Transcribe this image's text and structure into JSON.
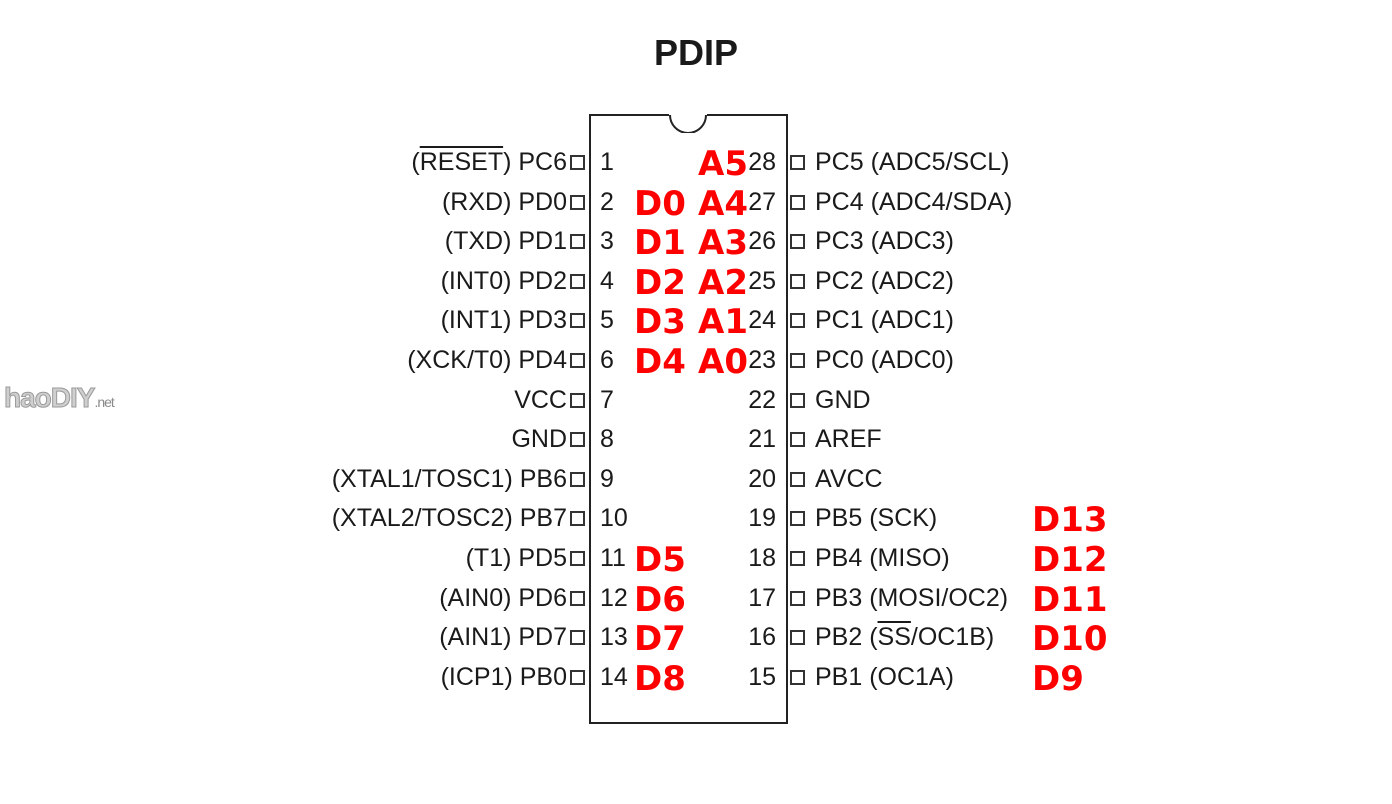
{
  "title": "PDIP",
  "watermark": {
    "main": "haoDIY",
    "suffix": ".net"
  },
  "left_pins": [
    {
      "num": "1",
      "pre": "(",
      "over": "RESET",
      "post": ") PC6"
    },
    {
      "num": "2",
      "pre": "(RXD) PD0",
      "over": "",
      "post": ""
    },
    {
      "num": "3",
      "pre": "(TXD) PD1",
      "over": "",
      "post": ""
    },
    {
      "num": "4",
      "pre": "(INT0) PD2",
      "over": "",
      "post": ""
    },
    {
      "num": "5",
      "pre": "(INT1) PD3",
      "over": "",
      "post": ""
    },
    {
      "num": "6",
      "pre": "(XCK/T0) PD4",
      "over": "",
      "post": ""
    },
    {
      "num": "7",
      "pre": "VCC",
      "over": "",
      "post": ""
    },
    {
      "num": "8",
      "pre": "GND",
      "over": "",
      "post": ""
    },
    {
      "num": "9",
      "pre": "(XTAL1/TOSC1) PB6",
      "over": "",
      "post": ""
    },
    {
      "num": "10",
      "pre": "(XTAL2/TOSC2) PB7",
      "over": "",
      "post": ""
    },
    {
      "num": "11",
      "pre": "(T1) PD5",
      "over": "",
      "post": ""
    },
    {
      "num": "12",
      "pre": "(AIN0) PD6",
      "over": "",
      "post": ""
    },
    {
      "num": "13",
      "pre": "(AIN1) PD7",
      "over": "",
      "post": ""
    },
    {
      "num": "14",
      "pre": "(ICP1) PB0",
      "over": "",
      "post": ""
    }
  ],
  "right_pins": [
    {
      "num": "28",
      "pre": "PC5 (ADC5/SCL)",
      "over": "",
      "post": ""
    },
    {
      "num": "27",
      "pre": "PC4 (ADC4/SDA)",
      "over": "",
      "post": ""
    },
    {
      "num": "26",
      "pre": "PC3 (ADC3)",
      "over": "",
      "post": ""
    },
    {
      "num": "25",
      "pre": "PC2 (ADC2)",
      "over": "",
      "post": ""
    },
    {
      "num": "24",
      "pre": "PC1 (ADC1)",
      "over": "",
      "post": ""
    },
    {
      "num": "23",
      "pre": "PC0 (ADC0)",
      "over": "",
      "post": ""
    },
    {
      "num": "22",
      "pre": "GND",
      "over": "",
      "post": ""
    },
    {
      "num": "21",
      "pre": "AREF",
      "over": "",
      "post": ""
    },
    {
      "num": "20",
      "pre": "AVCC",
      "over": "",
      "post": ""
    },
    {
      "num": "19",
      "pre": "PB5 (SCK)",
      "over": "",
      "post": ""
    },
    {
      "num": "18",
      "pre": "PB4 (MISO)",
      "over": "",
      "post": ""
    },
    {
      "num": "17",
      "pre": "PB3 (MOSI/OC2)",
      "over": "",
      "post": ""
    },
    {
      "num": "16",
      "pre": "PB2 (",
      "over": "SS",
      "post": "/OC1B)"
    },
    {
      "num": "15",
      "pre": "PB1 (OC1A)",
      "over": "",
      "post": ""
    }
  ],
  "arduino_digital_left": [
    "",
    "D0",
    "D1",
    "D2",
    "D3",
    "D4",
    "",
    "",
    "",
    "",
    "D5",
    "D6",
    "D7",
    "D8"
  ],
  "arduino_analog_right": [
    "A5",
    "A4",
    "A3",
    "A2",
    "A1",
    "A0",
    "",
    "",
    "",
    "",
    "",
    "",
    "",
    ""
  ],
  "arduino_digital_right": [
    "",
    "",
    "",
    "",
    "",
    "",
    "",
    "",
    "",
    "D13",
    "D12",
    "D11",
    "D10",
    "D9"
  ],
  "colors": {
    "arduino_label": "#ff0000",
    "pin_text": "#1a1a1a"
  }
}
